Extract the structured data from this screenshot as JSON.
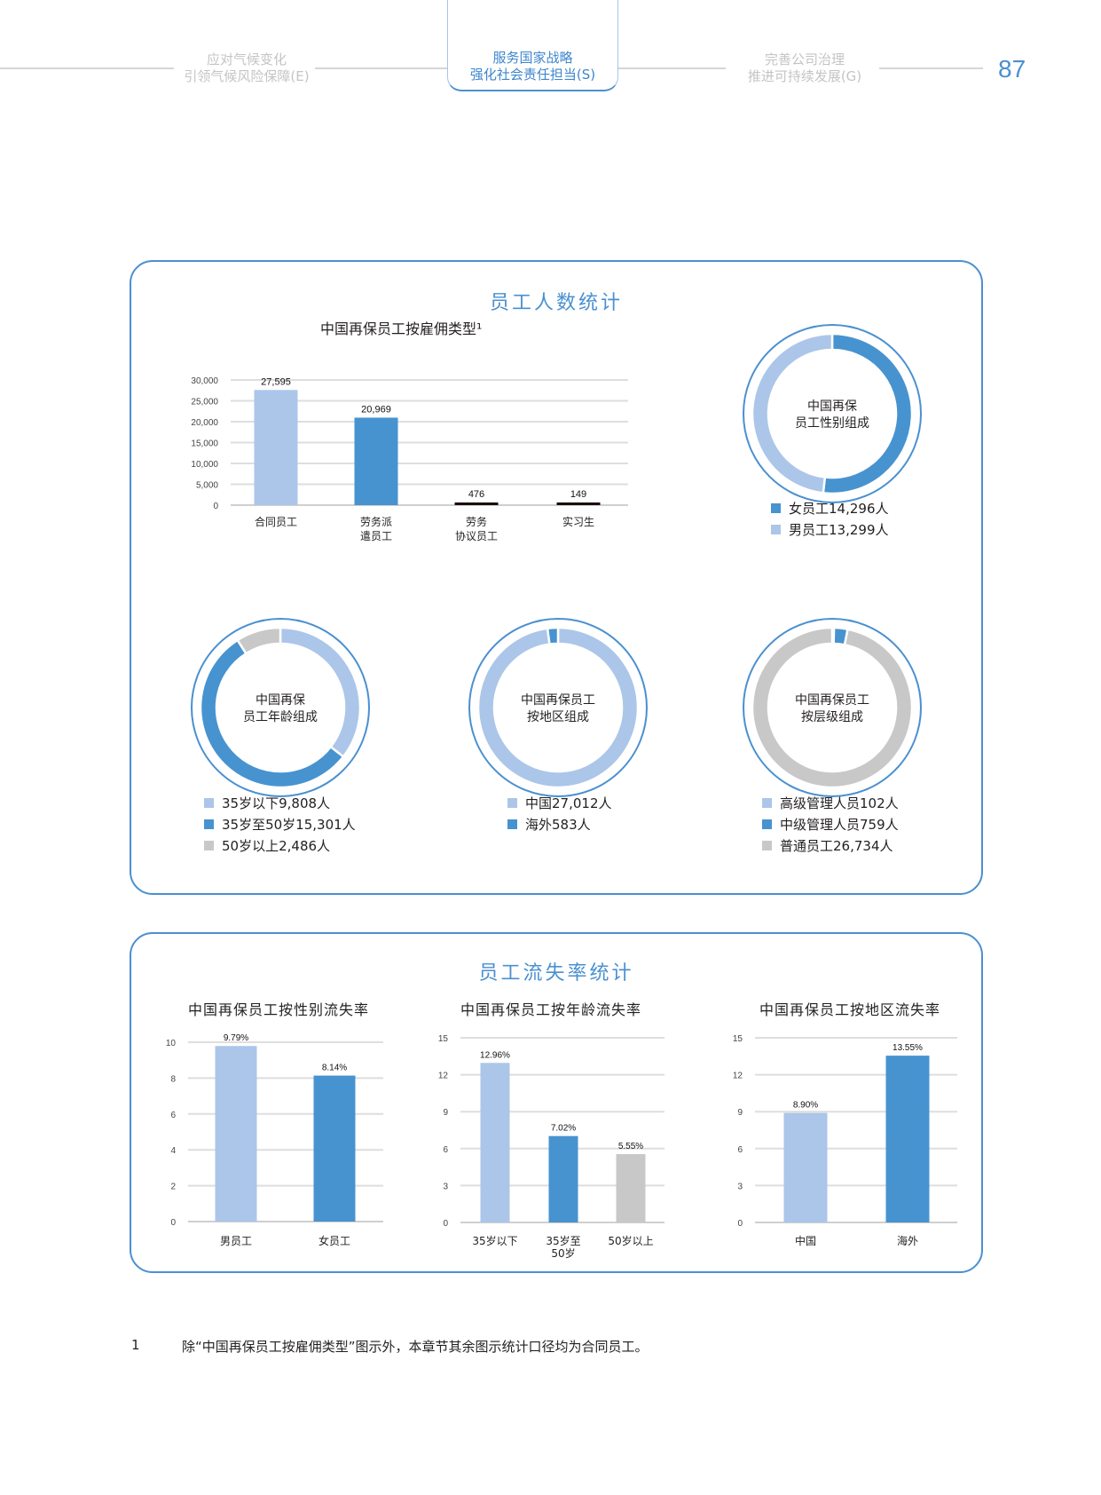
{
  "header": {
    "nav": [
      {
        "line1": "应对气候变化",
        "line2": "引领气候风险保障(E)"
      },
      {
        "line1": "服务国家战略",
        "line2": "强化社会责任担当(S)",
        "active": true
      },
      {
        "line1": "完善公司治理",
        "line2": "推进可持续发展(G)"
      }
    ],
    "page_number": "87"
  },
  "colors": {
    "accent": "#4a90d0",
    "light": "#abc6e9",
    "dark": "#4793d0",
    "gray": "#c8c8c8",
    "black": "#1a0e0a"
  },
  "section1": {
    "title": "员工人数统计"
  },
  "section2": {
    "title": "员工流失率统计"
  },
  "chart_data": [
    {
      "id": "employment",
      "type": "bar",
      "title": "中国再保员工按雇佣类型¹",
      "categories": [
        "合同员工",
        "劳务派\n遣员工",
        "劳务\n协议员工",
        "实习生"
      ],
      "values": [
        27595,
        20969,
        476,
        149
      ],
      "labels": [
        "27,595",
        "20,969",
        "476",
        "149"
      ],
      "colors": [
        "light",
        "dark",
        "black",
        "black"
      ],
      "yticks": [
        "0",
        "5,000",
        "10,000",
        "15,000",
        "20,000",
        "25,000",
        "30,000"
      ],
      "ylim": [
        0,
        30000
      ],
      "grid": true
    },
    {
      "id": "gender",
      "type": "pie",
      "center": "中国再保\n员工性别组成",
      "slices": [
        {
          "name": "女员工",
          "value": 14296,
          "label": "女员工14,296人",
          "color": "dark"
        },
        {
          "name": "男员工",
          "value": 13299,
          "label": "男员工13,299人",
          "color": "light"
        }
      ]
    },
    {
      "id": "age",
      "type": "pie",
      "center": "中国再保\n员工年龄组成",
      "slices": [
        {
          "name": "35岁以下",
          "value": 9808,
          "label": "35岁以下9,808人",
          "color": "light"
        },
        {
          "name": "35岁至50岁",
          "value": 15301,
          "label": "35岁至50岁15,301人",
          "color": "dark"
        },
        {
          "name": "50岁以上",
          "value": 2486,
          "label": "50岁以上2,486人",
          "color": "gray"
        }
      ]
    },
    {
      "id": "region",
      "type": "pie",
      "center": "中国再保员工\n按地区组成",
      "slices": [
        {
          "name": "中国",
          "value": 27012,
          "label": "中国27,012人",
          "color": "light"
        },
        {
          "name": "海外",
          "value": 583,
          "label": "海外583人",
          "color": "dark"
        }
      ]
    },
    {
      "id": "level",
      "type": "pie",
      "center": "中国再保员工\n按层级组成",
      "slices": [
        {
          "name": "高级管理人员",
          "value": 102,
          "label": "高级管理人员102人",
          "color": "light"
        },
        {
          "name": "中级管理人员",
          "value": 759,
          "label": "中级管理人员759人",
          "color": "dark"
        },
        {
          "name": "普通员工",
          "value": 26734,
          "label": "普通员工26,734人",
          "color": "gray"
        }
      ]
    },
    {
      "id": "turn_gender",
      "type": "bar",
      "title": "中国再保员工按性别流失率",
      "categories": [
        "男员工",
        "女员工"
      ],
      "values": [
        9.79,
        8.14
      ],
      "labels": [
        "9.79%",
        "8.14%"
      ],
      "colors": [
        "light",
        "dark"
      ],
      "yticks": [
        "0",
        "2",
        "4",
        "6",
        "8",
        "10"
      ],
      "ylim": [
        0,
        10
      ],
      "grid": true
    },
    {
      "id": "turn_age",
      "type": "bar",
      "title": "中国再保员工按年龄流失率",
      "categories": [
        "35岁以下",
        "35岁至\n50岁",
        "50岁以上"
      ],
      "values": [
        12.96,
        7.02,
        5.55
      ],
      "labels": [
        "12.96%",
        "7.02%",
        "5.55%"
      ],
      "colors": [
        "light",
        "dark",
        "gray"
      ],
      "yticks": [
        "0",
        "3",
        "6",
        "9",
        "12",
        "15"
      ],
      "ylim": [
        0,
        15
      ],
      "grid": true
    },
    {
      "id": "turn_region",
      "type": "bar",
      "title": "中国再保员工按地区流失率",
      "categories": [
        "中国",
        "海外"
      ],
      "values": [
        8.9,
        13.55
      ],
      "labels": [
        "8.90%",
        "13.55%"
      ],
      "colors": [
        "light",
        "dark"
      ],
      "yticks": [
        "0",
        "3",
        "6",
        "9",
        "12",
        "15"
      ],
      "ylim": [
        0,
        15
      ],
      "grid": true
    }
  ],
  "footnote": {
    "number": "1",
    "text": "除“中国再保员工按雇佣类型”图示外，本章节其余图示统计口径均为合同员工。"
  }
}
